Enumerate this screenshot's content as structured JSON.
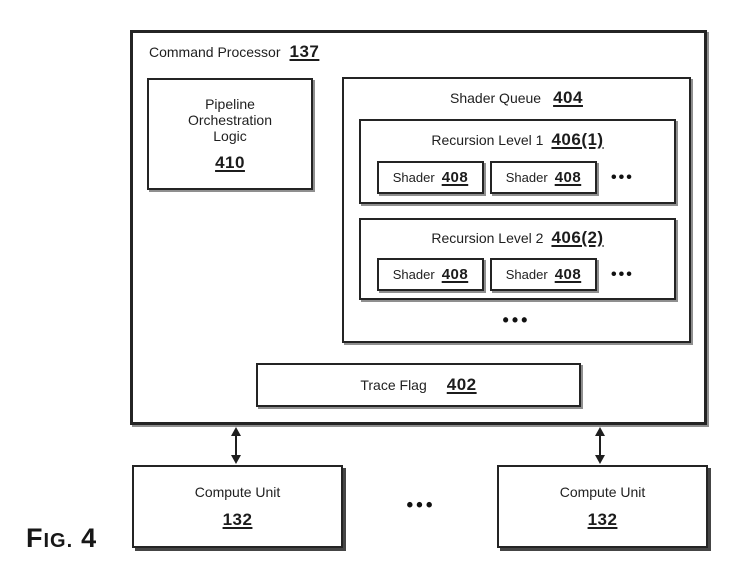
{
  "colors": {
    "line": "#242424",
    "background": "#ffffff"
  },
  "figure_label": {
    "prefix": "FIG.",
    "number": "4"
  },
  "command_processor": {
    "title": "Command Processor",
    "ref": "137",
    "pipeline_orchestration_logic": {
      "line1": "Pipeline",
      "line2": "Orchestration",
      "line3": "Logic",
      "ref": "410"
    },
    "shader_queue": {
      "title": "Shader Queue",
      "ref": "404",
      "recursion_levels": [
        {
          "title": "Recursion Level 1",
          "ref": "406(1)",
          "shaders": [
            {
              "label": "Shader",
              "ref": "408"
            },
            {
              "label": "Shader",
              "ref": "408"
            }
          ],
          "more_indicator": "•••"
        },
        {
          "title": "Recursion Level 2",
          "ref": "406(2)",
          "shaders": [
            {
              "label": "Shader",
              "ref": "408"
            },
            {
              "label": "Shader",
              "ref": "408"
            }
          ],
          "more_indicator": "•••"
        }
      ],
      "more_levels_indicator": "•••"
    },
    "trace_flag": {
      "title": "Trace Flag",
      "ref": "402"
    }
  },
  "compute_units": [
    {
      "title": "Compute Unit",
      "ref": "132"
    },
    {
      "title": "Compute Unit",
      "ref": "132"
    }
  ],
  "more_compute_units_indicator": "•••"
}
